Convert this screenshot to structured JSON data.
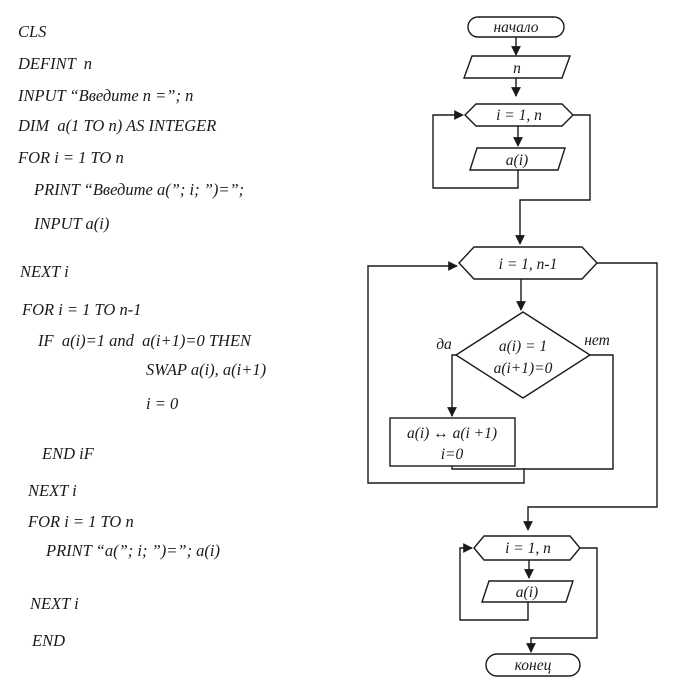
{
  "code_lines": [
    "CLS",
    "DEFINT  n",
    "INPUT “Введите n =”; n",
    "DIM  a(1 TO n) AS INTEGER",
    "FOR i = 1 TO n",
    "PRINT “Введите a(”; i; ”)=”;",
    "INPUT a(i)",
    "NEXT i",
    "FOR i = 1 TO n-1",
    "IF  a(i)=1 and  a(i+1)=0 THEN",
    "SWAP a(i), a(i+1)",
    "i = 0",
    "END iF",
    "NEXT i",
    "FOR i = 1 TO n",
    "PRINT “a(”; i; ”)=”; a(i)",
    "NEXT i",
    "END"
  ],
  "flowchart": {
    "start": "начало",
    "input_n": "n",
    "loop1": "i = 1, n",
    "input_ai": "a(i)",
    "loop2": "i = 1, n-1",
    "condition_line1": "a(i) = 1",
    "condition_line2": "a(i+1)=0",
    "yes_label": "да",
    "no_label": "нет",
    "swap_line1": "a(i) ↔ a(i +1)",
    "swap_line2": "i=0",
    "loop3": "i = 1, n",
    "output_ai": "a(i)",
    "end": "конец"
  }
}
